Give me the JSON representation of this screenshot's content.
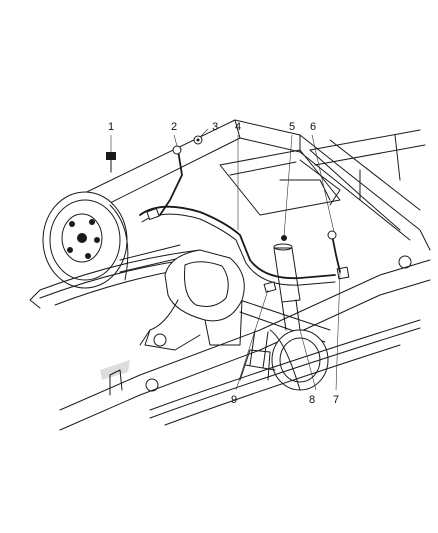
{
  "diagram": {
    "callouts": [
      "1",
      "2",
      "3",
      "4",
      "5",
      "6",
      "7",
      "8",
      "9"
    ]
  }
}
